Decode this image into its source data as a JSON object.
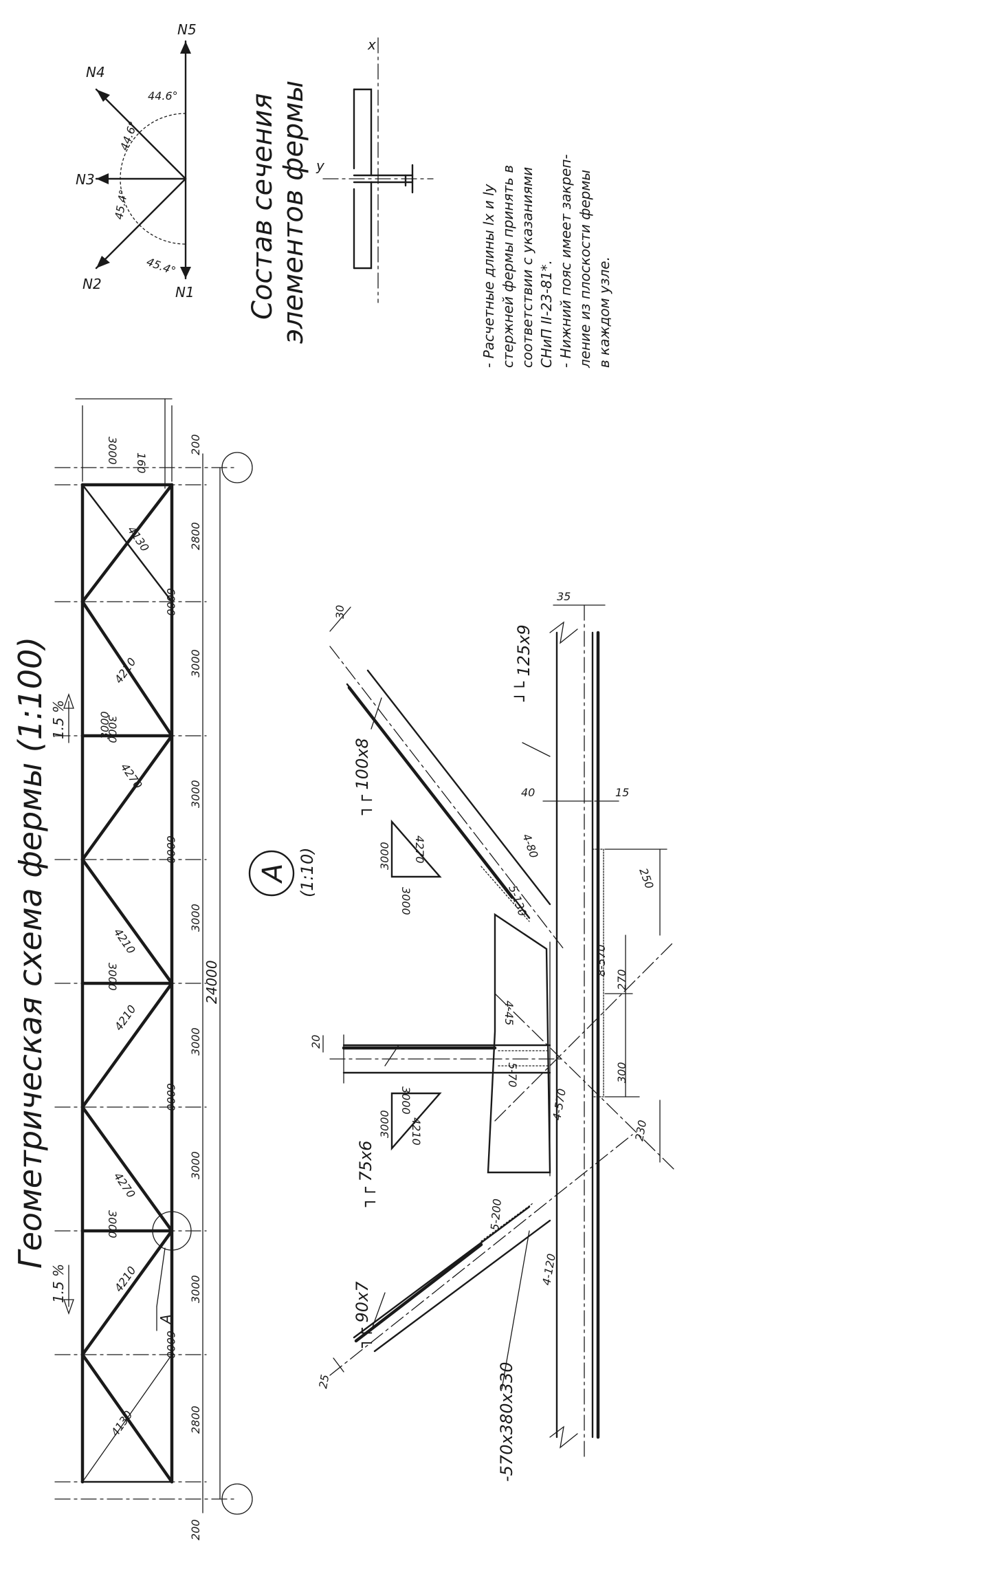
{
  "drawing": {
    "title": "Геометрическая схема фермы (1:100)",
    "section_title_line1": "Состав сечения",
    "section_title_line2": "элементов фермы",
    "notes": [
      "- Расчетные длины lx и ly",
      "стержней фермы принять в",
      "соответствии с указаниями",
      "СНиП II-23-81*.",
      "- Нижний пояс имеет закреп-",
      "ление из плоскости фермы",
      "в каждом узле."
    ],
    "node_marker": "A",
    "node_scale": "(1:10)",
    "node_ref_label": "A"
  },
  "force_diagram": {
    "labels": [
      "N1",
      "N2",
      "N3",
      "N4",
      "N5"
    ],
    "angles": [
      "44.6°",
      "44.6°",
      "45.4°",
      "45.4°"
    ]
  },
  "section": {
    "axis_x": "x",
    "axis_y": "y"
  },
  "truss": {
    "slopes": [
      "1.5 %",
      "1.5 %"
    ],
    "panel_dims": [
      "200",
      "2800",
      "3000",
      "3000",
      "3000",
      "3000",
      "3000",
      "3000",
      "2800",
      "200"
    ],
    "overall": "24000",
    "heights": [
      "3000",
      "3000",
      "3000",
      "3000"
    ],
    "top_dims": [
      "3000",
      "160"
    ],
    "lower_lengths": [
      "6000",
      "6000",
      "6000",
      "6000"
    ],
    "diagonals": [
      "4130",
      "4210",
      "4270",
      "4210",
      "4210",
      "4270",
      "4210",
      "4130"
    ]
  },
  "node_detail": {
    "profiles": [
      "┘└ 125x9",
      "┐┌ 100x8",
      "┐┌ 75x6",
      "┐┌ 90x7"
    ],
    "plate": "-570x380x330",
    "welds": [
      "4-80",
      "5-130",
      "4-45",
      "5-70",
      "4-570",
      "5-200",
      "4-120",
      "8-570"
    ],
    "dims": [
      "30",
      "20",
      "25",
      "35",
      "40",
      "15",
      "250",
      "270",
      "300",
      "230"
    ],
    "triangle1": [
      "3000",
      "4270",
      "3000"
    ],
    "triangle2": [
      "3000",
      "3000",
      "4210"
    ]
  }
}
